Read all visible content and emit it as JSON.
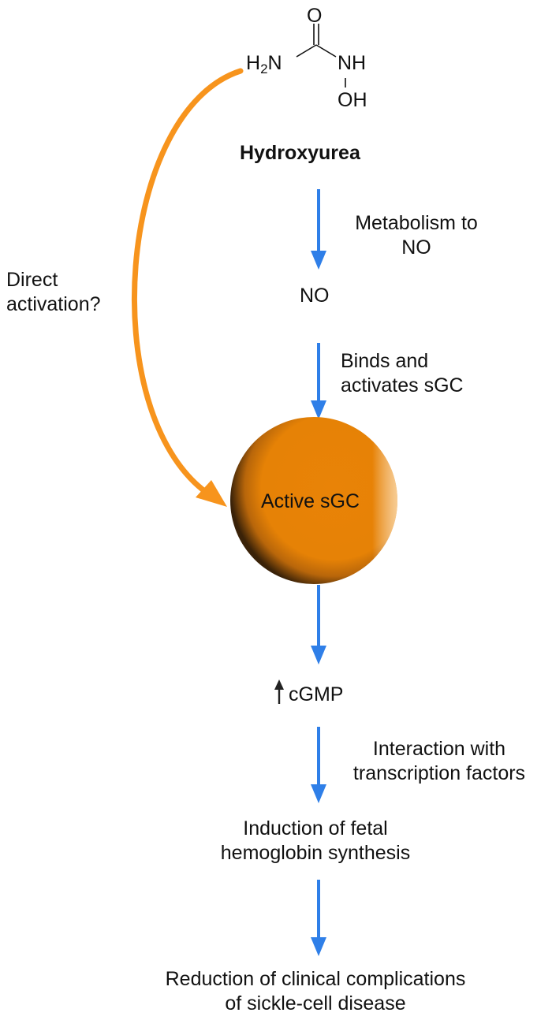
{
  "molecule": {
    "name": "Hydroxyurea",
    "atoms": {
      "o_top": "O",
      "h2n": "H",
      "h2n_sub": "2",
      "h2n_n": "N",
      "nh": "NH",
      "oh": "OH"
    }
  },
  "pathway": {
    "nodes": {
      "no": "NO",
      "active_sgc": "Active sGC",
      "cgmp": "cGMP",
      "fetal_hb": [
        "Induction of fetal",
        "hemoglobin synthesis"
      ],
      "outcome": [
        "Reduction of clinical complications",
        "of sickle-cell disease"
      ]
    },
    "steps": {
      "metabolism": [
        "Metabolism to",
        "NO"
      ],
      "binds": [
        "Binds and",
        "activates sGC"
      ],
      "interaction": [
        "Interaction with",
        "transcription factors"
      ]
    },
    "side_path": {
      "label": [
        "Direct",
        "activation?"
      ]
    },
    "cgmp_change": "increase"
  },
  "colors": {
    "flow_arrow": "#2f7fe8",
    "direct_arrow": "#f7941d",
    "sgc_fill": "#e98307",
    "sgc_shadow": "#3a2208",
    "sgc_highlight": "#f6c88a",
    "text": "#111111"
  }
}
